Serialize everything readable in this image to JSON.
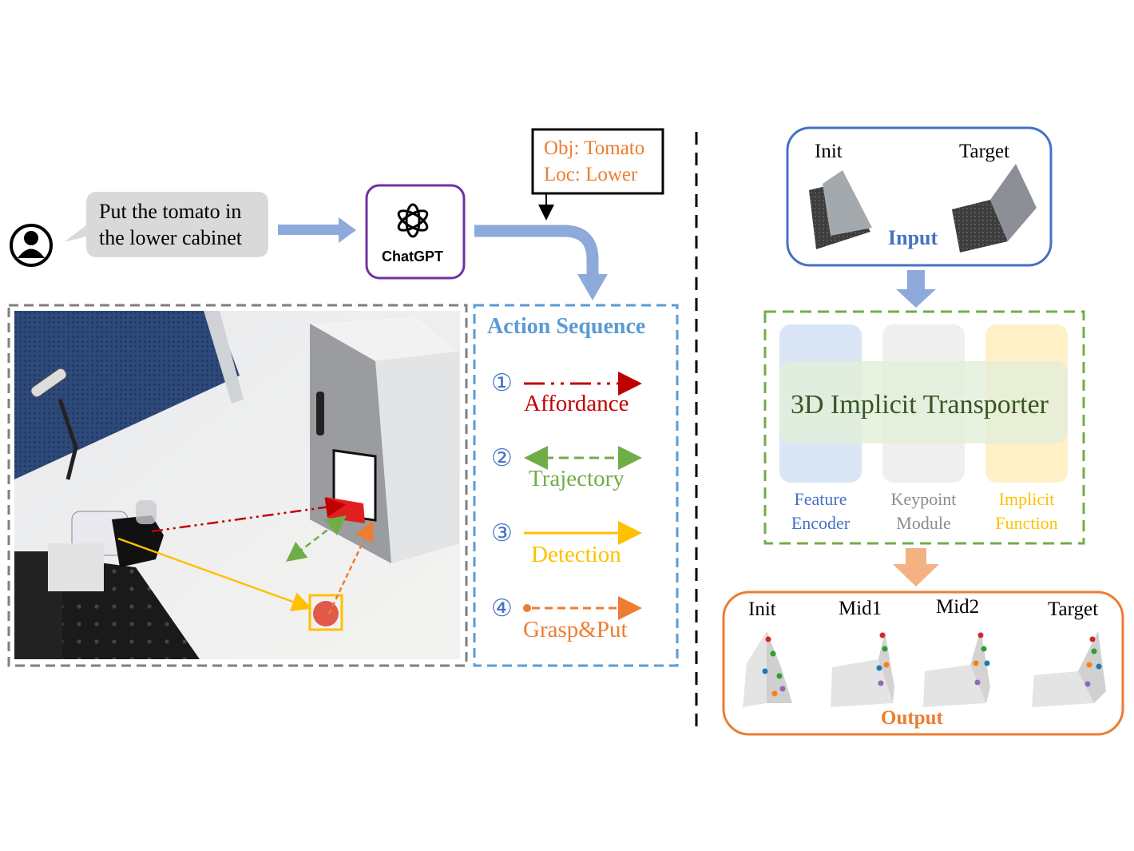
{
  "left": {
    "speech": {
      "line1": "Put the tomato in",
      "line2": "the lower cabinet"
    },
    "llm_label": "ChatGPT",
    "parsed": {
      "obj": "Obj: Tomato",
      "loc": "Loc: Lower"
    },
    "action_sequence": {
      "title": "Action Sequence",
      "items": [
        {
          "num": "①",
          "label": "Affordance",
          "color": "#c00000"
        },
        {
          "num": "②",
          "label": "Trajectory",
          "color": "#70ad47"
        },
        {
          "num": "③",
          "label": "Detection",
          "color": "#ffc000"
        },
        {
          "num": "④",
          "label": "Grasp&Put",
          "color": "#ed7d31"
        }
      ]
    }
  },
  "right": {
    "input": {
      "title": "Input",
      "init": "Init",
      "target": "Target"
    },
    "transporter": {
      "title": "3D Implicit Transporter",
      "modules": [
        {
          "line1": "Feature",
          "line2": "Encoder",
          "color": "#4472c4"
        },
        {
          "line1": "Keypoint",
          "line2": "Module",
          "color": "#8c8c8c"
        },
        {
          "line1": "Implicit",
          "line2": "Function",
          "color": "#ffc000"
        }
      ]
    },
    "output": {
      "title": "Output",
      "frames": [
        "Init",
        "Mid1",
        "Mid2",
        "Target"
      ]
    }
  },
  "colors": {
    "blue_border": "#4472c4",
    "green_border": "#70ad47",
    "orange_border": "#ed7d31",
    "purple_border": "#7030a0",
    "arrow_blue": "#8eaadb",
    "arrow_orange": "#f4b183"
  }
}
